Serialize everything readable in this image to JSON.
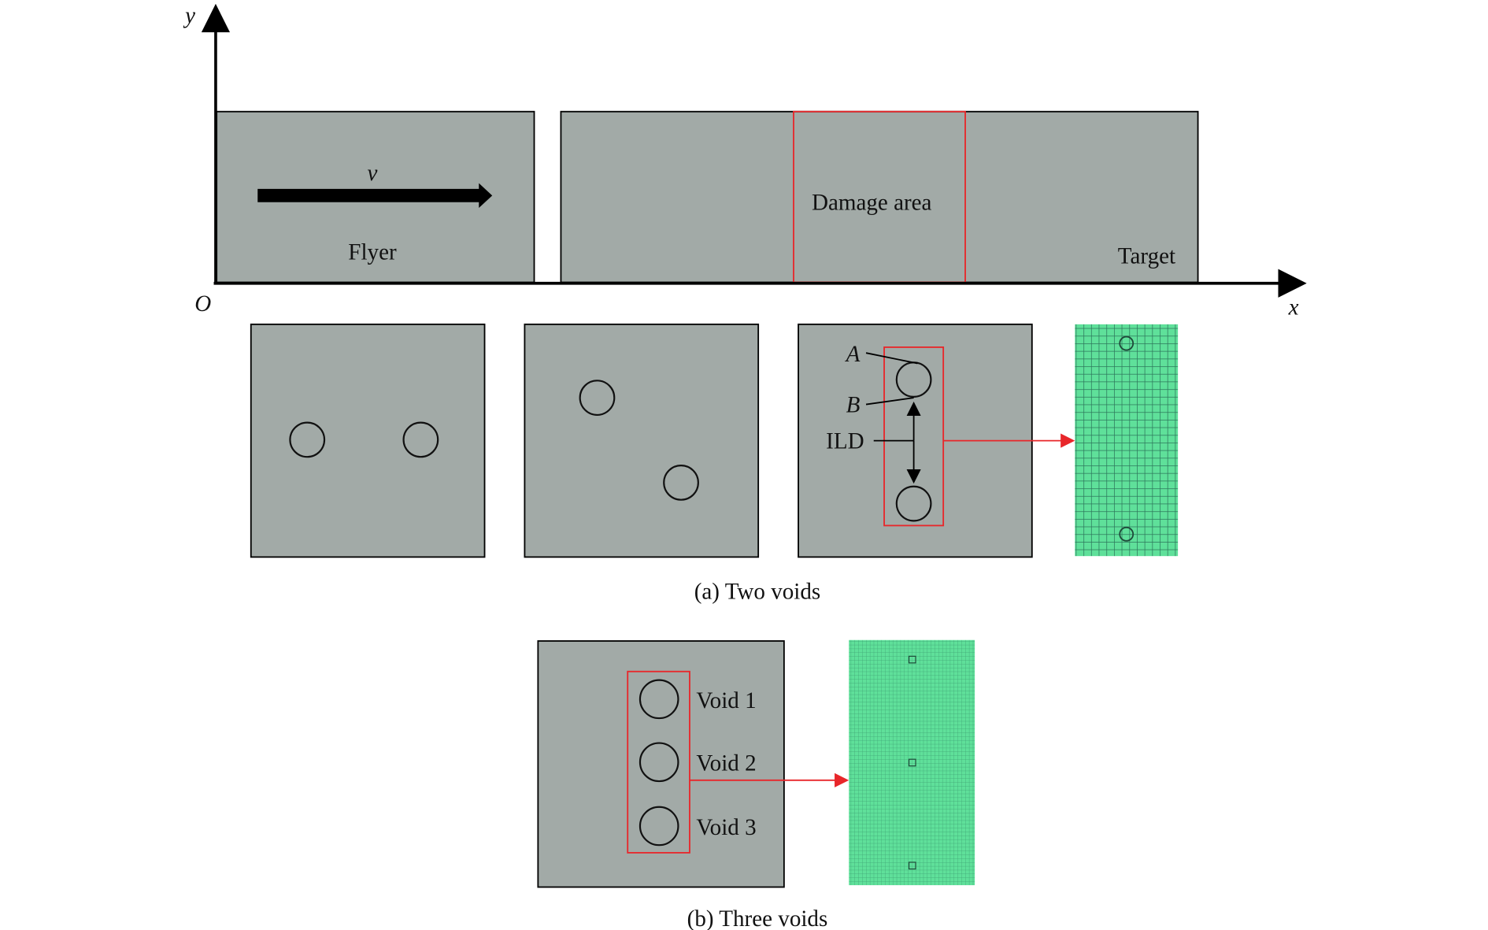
{
  "axes": {
    "x_label": "x",
    "y_label": "y",
    "origin_label": "O"
  },
  "top_panel": {
    "flyer_label": "Flyer",
    "velocity_label": "v",
    "damage_label": "Damage area",
    "target_label": "Target"
  },
  "two_voids": {
    "point_a_label": "A",
    "point_b_label": "B",
    "ild_label": "ILD",
    "caption": "(a) Two voids"
  },
  "three_voids": {
    "void_labels": [
      "Void 1",
      "Void 2",
      "Void 3"
    ],
    "caption": "(b) Three voids"
  },
  "colors": {
    "material": "#a2aaa7",
    "highlight": "#e8262a",
    "mesh": "#5fe09a",
    "mesh_line": "#1f5a4a"
  }
}
